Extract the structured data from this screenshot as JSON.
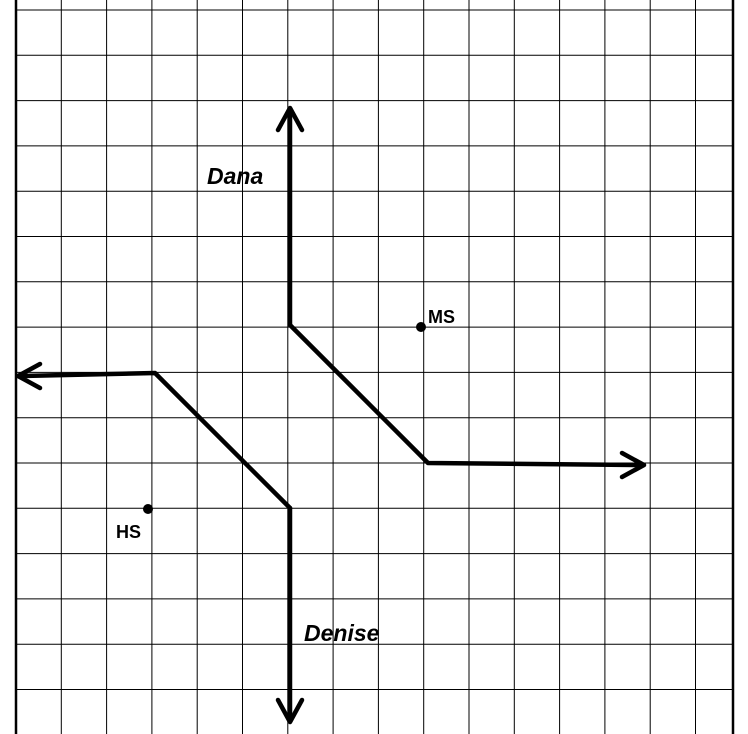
{
  "labels": {
    "dana": "Dana",
    "denise": "Denise",
    "ms": "MS",
    "hs": "HS"
  },
  "colors": {
    "grid": "#000000",
    "ink": "#000000",
    "background": "#ffffff"
  }
}
